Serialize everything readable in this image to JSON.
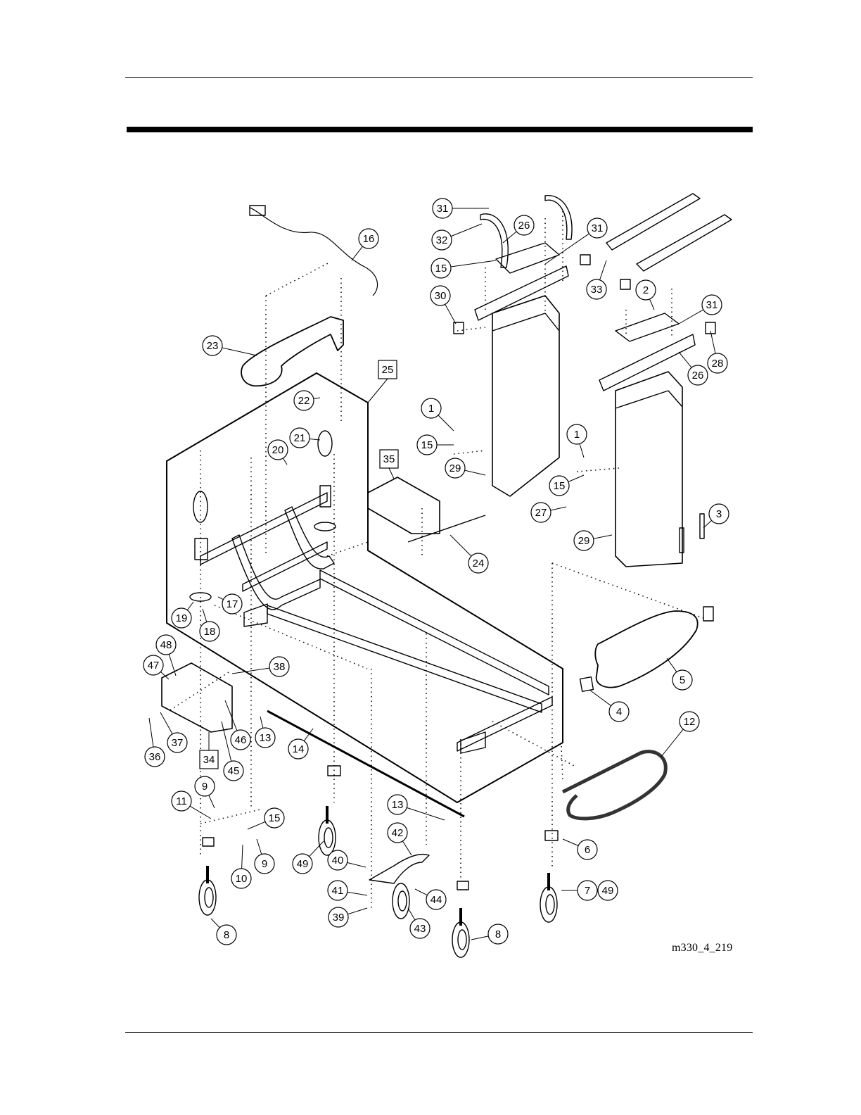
{
  "figure": {
    "id": "m330_4_219",
    "callouts": [
      "1",
      "2",
      "3",
      "4",
      "5",
      "6",
      "7",
      "8",
      "9",
      "10",
      "11",
      "12",
      "13",
      "14",
      "15",
      "16",
      "17",
      "18",
      "19",
      "20",
      "21",
      "22",
      "23",
      "24",
      "26",
      "27",
      "28",
      "29",
      "30",
      "31",
      "32",
      "33",
      "36",
      "37",
      "38",
      "39",
      "40",
      "41",
      "42",
      "43",
      "44",
      "45",
      "46",
      "47",
      "48",
      "49"
    ],
    "assembly_callouts": [
      "25",
      "34",
      "35"
    ]
  }
}
